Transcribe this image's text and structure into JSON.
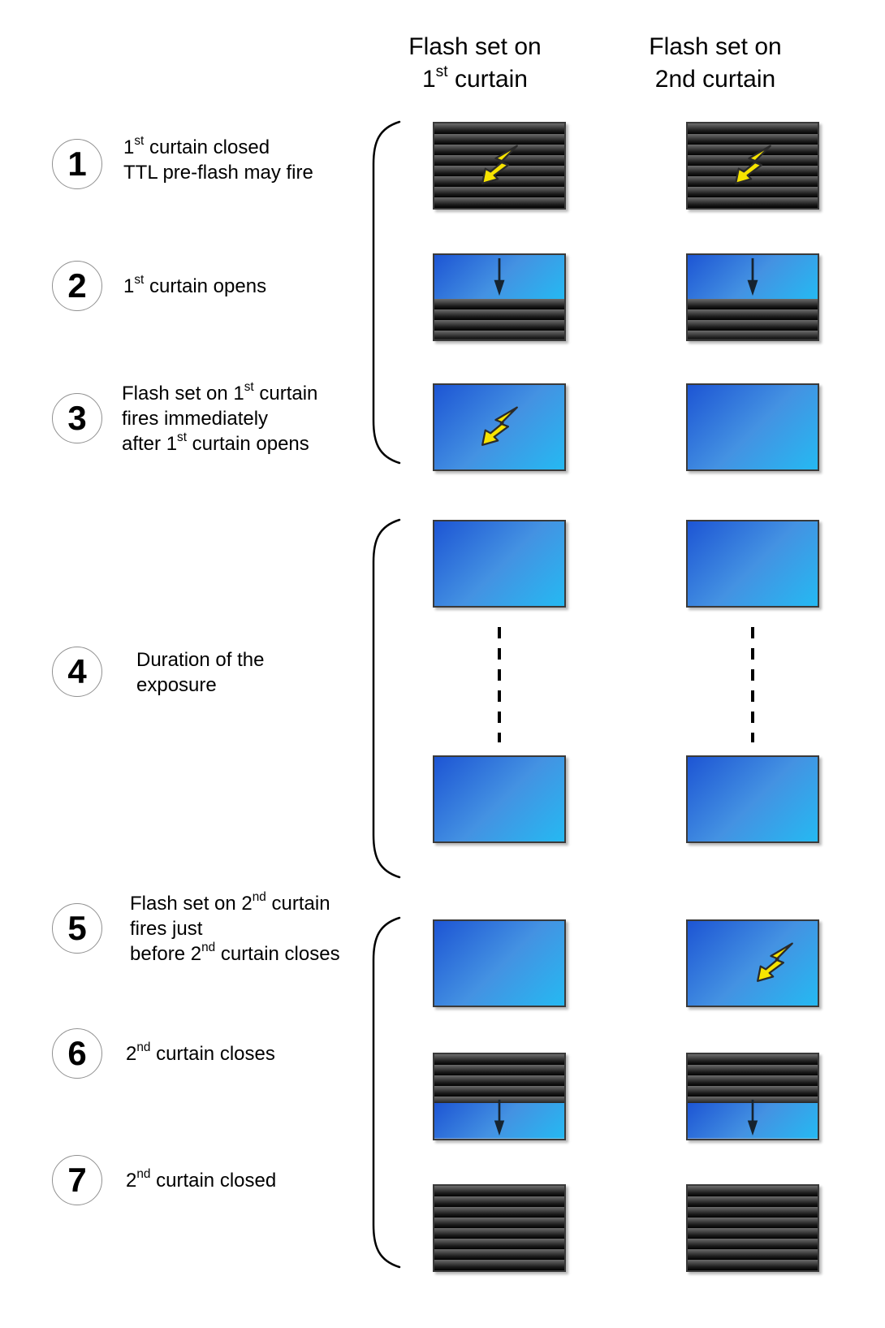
{
  "columns": {
    "col1": {
      "text": "Flash set on 1st curtain",
      "lines": [
        [
          {
            "t": "Flash set on"
          }
        ],
        [
          {
            "t": "1"
          },
          {
            "t": "st",
            "sup": true
          },
          {
            "t": " curtain"
          }
        ]
      ]
    },
    "col2": {
      "text": "Flash set on 2nd curtain",
      "lines": [
        [
          {
            "t": "Flash set on"
          }
        ],
        [
          {
            "t": "2nd curtain"
          }
        ]
      ]
    }
  },
  "steps": [
    {
      "number": "1",
      "text": "1st curtain closed TTL pre-flash may fire",
      "lines": [
        [
          {
            "t": "1"
          },
          {
            "t": "st",
            "sup": true
          },
          {
            "t": " curtain closed"
          }
        ],
        [
          {
            "t": "TTL pre-flash may fire"
          }
        ]
      ]
    },
    {
      "number": "2",
      "text": "1st curtain opens",
      "lines": [
        [
          {
            "t": "1"
          },
          {
            "t": "st",
            "sup": true
          },
          {
            "t": " curtain opens"
          }
        ]
      ]
    },
    {
      "number": "3",
      "text": "Flash set on 1st curtain fires immediately after 1st curtain opens",
      "lines": [
        [
          {
            "t": "Flash set on 1"
          },
          {
            "t": "st",
            "sup": true
          },
          {
            "t": " curtain"
          }
        ],
        [
          {
            "t": "fires immediately"
          }
        ],
        [
          {
            "t": "after 1"
          },
          {
            "t": "st",
            "sup": true
          },
          {
            "t": " curtain opens"
          }
        ]
      ]
    },
    {
      "number": "4",
      "text": "Duration of the exposure",
      "lines": [
        [
          {
            "t": "Duration of the"
          }
        ],
        [
          {
            "t": "exposure"
          }
        ]
      ]
    },
    {
      "number": "5",
      "text": "Flash set on 2nd curtain fires just before 2nd curtain closes",
      "lines": [
        [
          {
            "t": "Flash set on 2"
          },
          {
            "t": "nd",
            "sup": true
          },
          {
            "t": " curtain"
          }
        ],
        [
          {
            "t": "fires just"
          }
        ],
        [
          {
            "t": "before 2"
          },
          {
            "t": "nd",
            "sup": true
          },
          {
            "t": " curtain closes"
          }
        ]
      ]
    },
    {
      "number": "6",
      "text": "2nd curtain closes",
      "lines": [
        [
          {
            "t": "2"
          },
          {
            "t": "nd",
            "sup": true
          },
          {
            "t": " curtain closes"
          }
        ]
      ]
    },
    {
      "number": "7",
      "text": "2nd curtain closed",
      "lines": [
        [
          {
            "t": "2"
          },
          {
            "t": "nd",
            "sup": true
          },
          {
            "t": " curtain closed"
          }
        ]
      ]
    }
  ],
  "panels": {
    "row1": [
      {
        "curtain": "closed",
        "flash": true
      },
      {
        "curtain": "closed",
        "flash": true
      }
    ],
    "row2": [
      {
        "curtain": "opening",
        "arrow": true
      },
      {
        "curtain": "opening",
        "arrow": true
      }
    ],
    "row3": [
      {
        "curtain": "open",
        "flash": true
      },
      {
        "curtain": "open"
      }
    ],
    "row4_start": [
      {
        "curtain": "open"
      },
      {
        "curtain": "open"
      }
    ],
    "row4_end": [
      {
        "curtain": "open"
      },
      {
        "curtain": "open"
      }
    ],
    "row5": [
      {
        "curtain": "open"
      },
      {
        "curtain": "open",
        "flash": true,
        "flash_pos": "right"
      }
    ],
    "row6": [
      {
        "curtain": "closing",
        "arrow": true
      },
      {
        "curtain": "closing",
        "arrow": true
      }
    ],
    "row7": [
      {
        "curtain": "closed"
      },
      {
        "curtain": "closed"
      }
    ]
  },
  "icons": {
    "flash": "lightning-bolt-arrow",
    "curtain_motion": "down-arrow"
  },
  "colors": {
    "flash_yellow": "#f7e400",
    "curtain_blue_dark": "#1d55d4",
    "curtain_blue_light": "#25b9f2",
    "curtain_slat_dark": "#020202",
    "curtain_slat_light": "#6b6b6b",
    "arrow": "#16232f",
    "outline": "#000000"
  }
}
